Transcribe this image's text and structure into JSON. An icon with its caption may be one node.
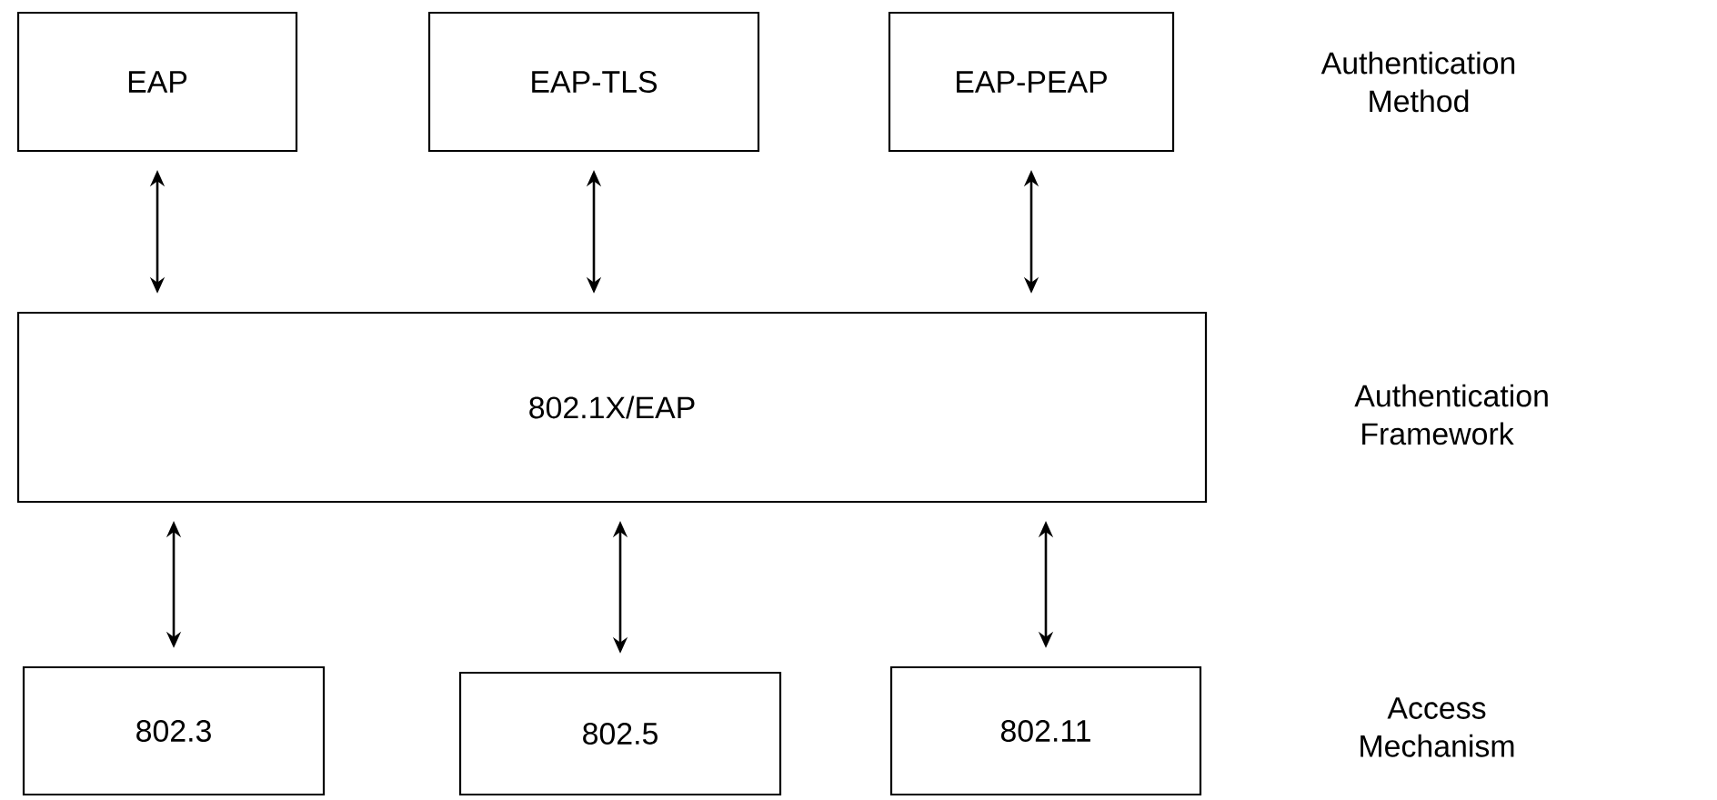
{
  "diagram": {
    "nodes": [
      {
        "text": [
          "EAP"
        ]
      },
      {
        "text": [
          "EAP-TLS"
        ]
      },
      {
        "text": [
          "EAP-PEAP"
        ]
      },
      {
        "text": [
          "802.1X/EAP"
        ]
      },
      {
        "text": [
          "802.3"
        ]
      },
      {
        "text": [
          "802.5"
        ]
      },
      {
        "text": [
          "802.11"
        ]
      }
    ],
    "edges": [
      {
        "from": 0,
        "to": 3,
        "arrow": "both"
      },
      {
        "from": 1,
        "to": 3,
        "arrow": "both"
      },
      {
        "from": 2,
        "to": 3,
        "arrow": "both"
      },
      {
        "from": 3,
        "to": 4,
        "arrow": "both"
      },
      {
        "from": 3,
        "to": 5,
        "arrow": "both"
      },
      {
        "from": 3,
        "to": 6,
        "arrow": "both"
      }
    ],
    "labels": [
      "Authentication Method",
      "Authentication Framework",
      "Access Mechanism"
    ]
  }
}
